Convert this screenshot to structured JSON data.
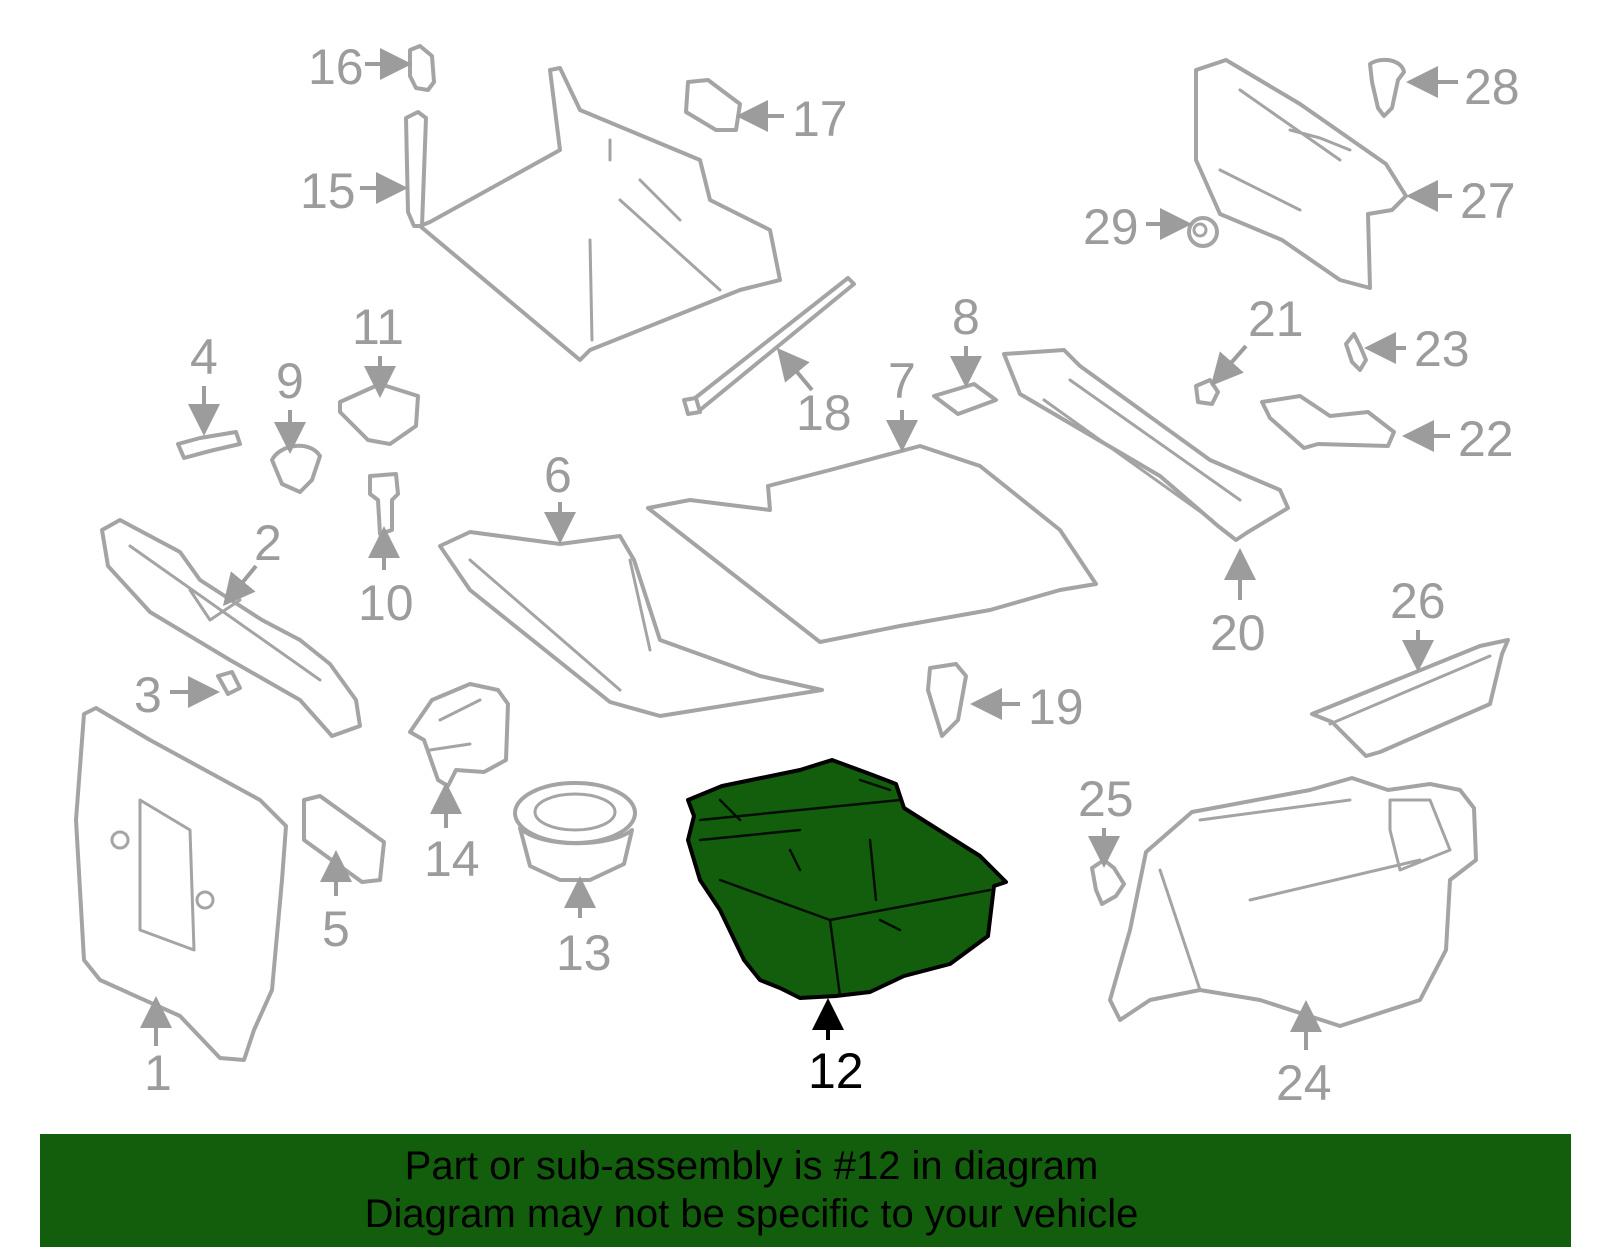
{
  "labels": {
    "l1": "1",
    "l2": "2",
    "l3": "3",
    "l4": "4",
    "l5": "5",
    "l6": "6",
    "l7": "7",
    "l8": "8",
    "l9": "9",
    "l10": "10",
    "l11": "11",
    "l12": "12",
    "l13": "13",
    "l14": "14",
    "l15": "15",
    "l16": "16",
    "l17": "17",
    "l18": "18",
    "l19": "19",
    "l20": "20",
    "l21": "21",
    "l22": "22",
    "l23": "23",
    "l24": "24",
    "l25": "25",
    "l26": "26",
    "l27": "27",
    "l28": "28",
    "l29": "29"
  },
  "highlighted_part": "12",
  "colors": {
    "highlight_fill": "#135e0d",
    "part_stroke": "#a4a4a4",
    "banner": "#135e0d"
  },
  "banner": {
    "line1": "Part or sub-assembly is #12 in diagram",
    "line2": "Diagram may not be specific to your vehicle"
  }
}
